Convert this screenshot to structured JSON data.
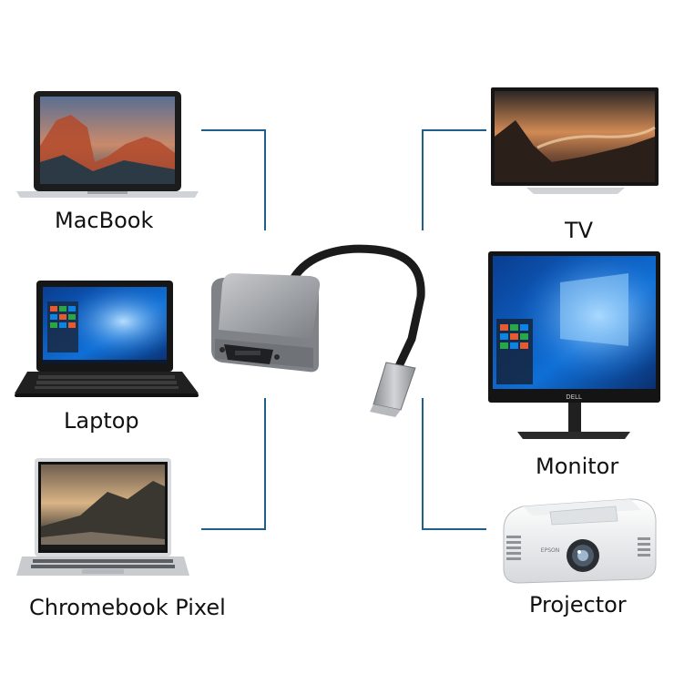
{
  "devices": {
    "macbook": "MacBook",
    "laptop": "Laptop",
    "chromebook": "Chromebook Pixel",
    "tv": "TV",
    "monitor": "Monitor",
    "projector": "Projector"
  },
  "projector_brand": "EPSON",
  "monitor_brand": "DELL",
  "colors": {
    "connector_line": "#1f5f8b",
    "adapter_body": "#9a9da1",
    "cable": "#1b1b1b",
    "device_frame": "#1e1e1e",
    "background": "#ffffff"
  }
}
